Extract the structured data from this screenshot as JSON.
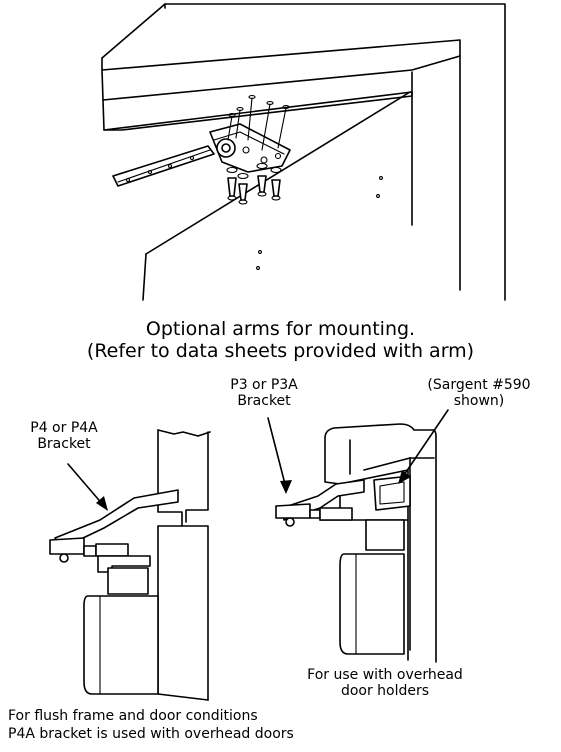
{
  "heading": {
    "line1": "Optional arms for mounting.",
    "line2": "(Refer to data sheets provided with arm)"
  },
  "labels": {
    "p3_line1": "P3 or P3A",
    "p3_line2": "Bracket",
    "sargent_line1": "(Sargent #590",
    "sargent_line2": "shown)",
    "p4_line1": "P4 or P4A",
    "p4_line2": "Bracket"
  },
  "captions": {
    "overhead_line1": "For use with overhead",
    "overhead_line2": "door holders",
    "flush_line1": "For flush frame and door conditions",
    "flush_line2": "P4A bracket is used with overhead doors"
  }
}
